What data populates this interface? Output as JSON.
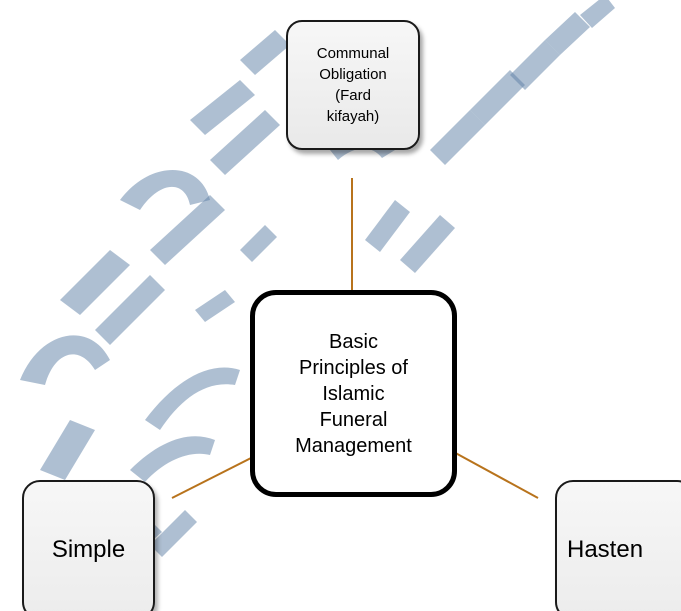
{
  "diagram": {
    "center": {
      "label": "Basic\nPrinciples of\nIslamic\nFuneral\nManagement"
    },
    "top": {
      "label": "Communal\nObligation\n(Fard\nkifayah)"
    },
    "left": {
      "label": "Simple"
    },
    "right": {
      "label": "Hasten"
    },
    "connector_color": "#B8731C",
    "watermark_color": "#5E7FA6"
  }
}
